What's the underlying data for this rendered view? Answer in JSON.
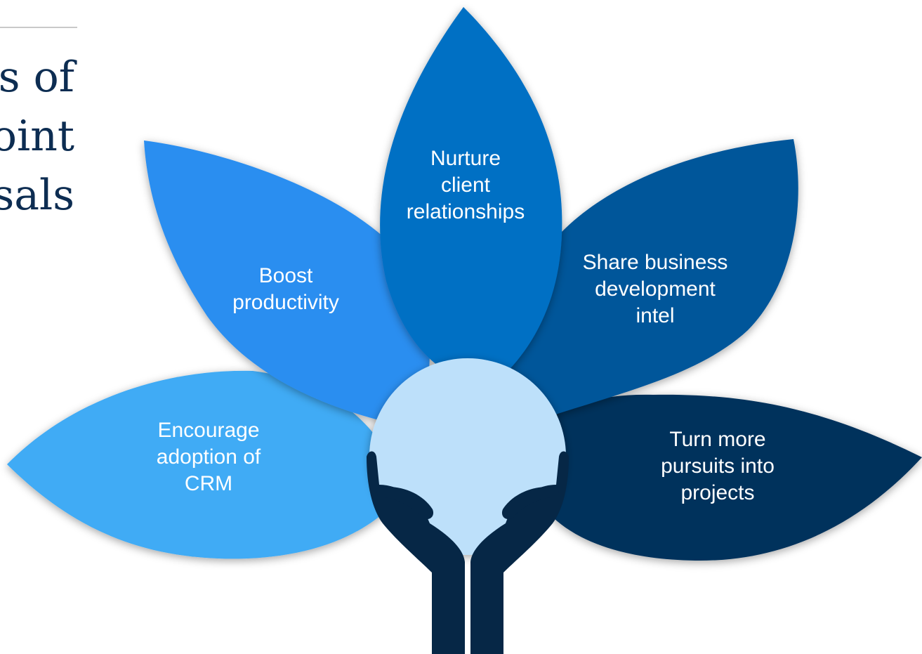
{
  "title": {
    "lines": [
      "s of",
      "oint",
      "sals"
    ]
  },
  "petals": [
    {
      "id": "encourage",
      "lines": [
        "Encourage",
        "adoption of",
        "CRM"
      ]
    },
    {
      "id": "boost",
      "lines": [
        "Boost",
        "productivity"
      ]
    },
    {
      "id": "nurture",
      "lines": [
        "Nurture",
        "client",
        "relationships"
      ]
    },
    {
      "id": "share",
      "lines": [
        "Share business",
        "development",
        "intel"
      ]
    },
    {
      "id": "turn",
      "lines": [
        "Turn more",
        "pursuits into",
        "projects"
      ]
    }
  ],
  "colors": {
    "title": "#0d2d52",
    "title_rule": "#c9c9c9",
    "petal_encourage": "#41abf5",
    "petal_boost": "#2b8ef0",
    "petal_nurture": "#0670c4",
    "petal_share": "#03569a",
    "petal_turn": "#03325c",
    "globe": "#bde0fa",
    "hands": "#062746"
  },
  "icons": {
    "center": "hands-holding-globe-icon"
  }
}
